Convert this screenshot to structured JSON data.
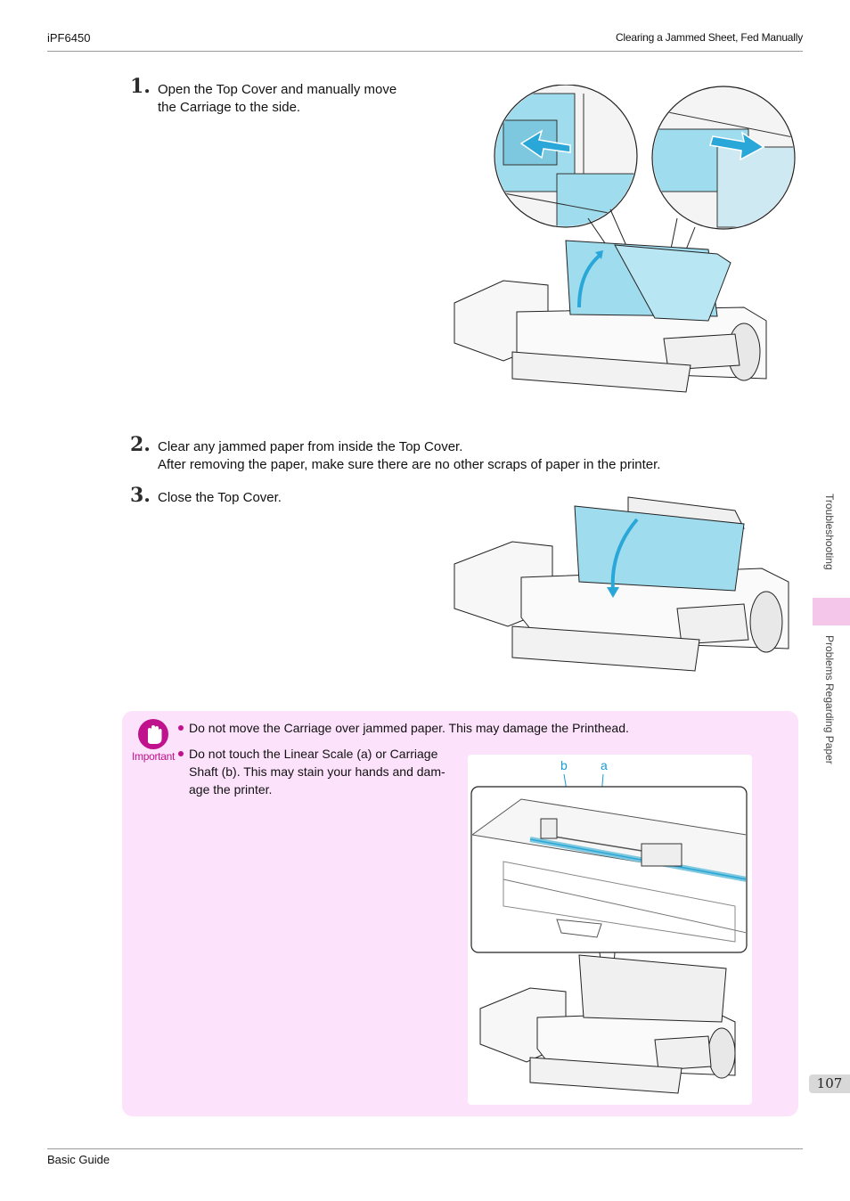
{
  "header": {
    "model": "iPF6450",
    "section_title": "Clearing a Jammed Sheet, Fed Manually"
  },
  "steps": [
    {
      "number": "1.",
      "lines": [
        "Open the Top Cover and manually move",
        "the Carriage to the side."
      ]
    },
    {
      "number": "2.",
      "lines": [
        "Clear any jammed paper from inside the Top Cover.",
        "After removing the paper, make sure there are no other scraps of paper in the printer."
      ]
    },
    {
      "number": "3.",
      "lines": [
        "Close the Top Cover."
      ]
    }
  ],
  "important": {
    "label": "Important",
    "items": [
      {
        "lines": [
          "Do not move the Carriage over jammed paper. This may damage the Printhead."
        ]
      },
      {
        "lines": [
          "Do not touch the Linear Scale (a) or Carriage",
          "Shaft (b). This may stain your hands and dam-",
          "age the printer."
        ]
      }
    ],
    "figure_labels": {
      "b": "b",
      "a": "a"
    }
  },
  "sidebar": {
    "chapter": "Troubleshooting",
    "section": "Problems Regarding Paper"
  },
  "page_number": "107",
  "footer": {
    "doc_title": "Basic Guide"
  },
  "colors": {
    "accent": "#c0128c",
    "cover_blue": "#9fdcee",
    "tab_pink": "#f3c6ea",
    "box_pink": "#fde2fb"
  }
}
